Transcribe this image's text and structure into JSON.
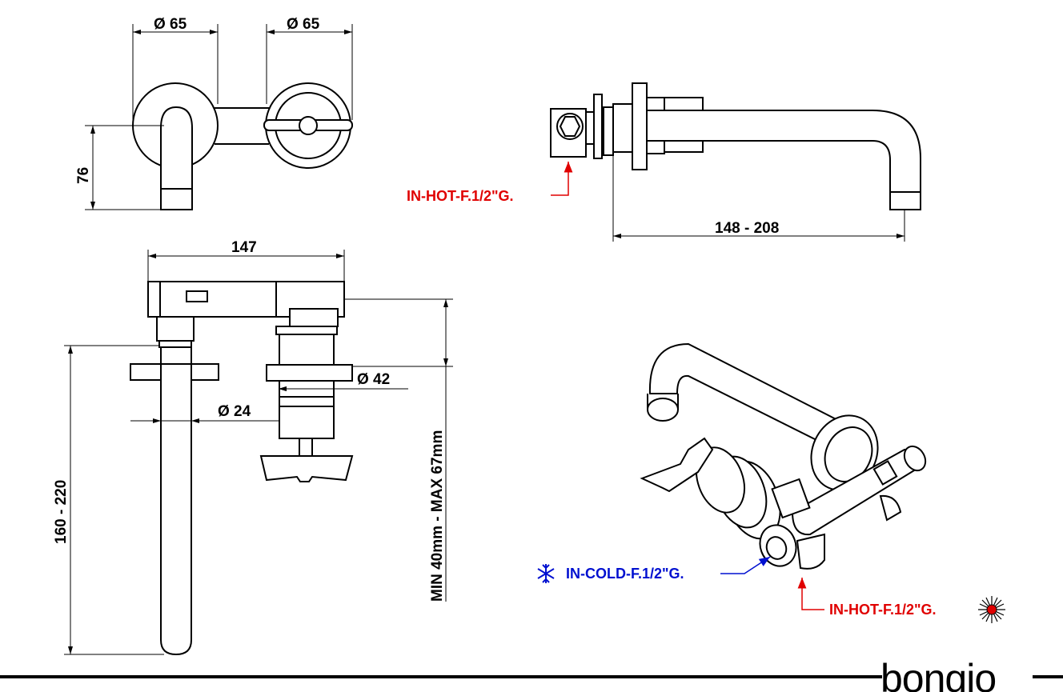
{
  "dimensions": {
    "front_left_diameter": "Ø 65",
    "front_right_diameter": "Ø 65",
    "front_height": "76",
    "top_width": "147",
    "handle_diameter": "Ø 42",
    "spout_diameter": "Ø 24",
    "spout_length": "160 - 220",
    "wall_depth": "MIN 40mm - MAX 67mm",
    "side_reach": "148 - 208"
  },
  "labels": {
    "side_hot": "IN-HOT-F.1/2\"G.",
    "iso_cold": "IN-COLD-F.1/2\"G.",
    "iso_hot": "IN-HOT-F.1/2\"G."
  },
  "colors": {
    "hot": "#e00000",
    "cold": "#0010d0",
    "line": "#000000"
  },
  "icons": {
    "cold": "snowflake-icon",
    "hot": "sun-burst-icon"
  },
  "brand": {
    "logo": "bongio"
  }
}
